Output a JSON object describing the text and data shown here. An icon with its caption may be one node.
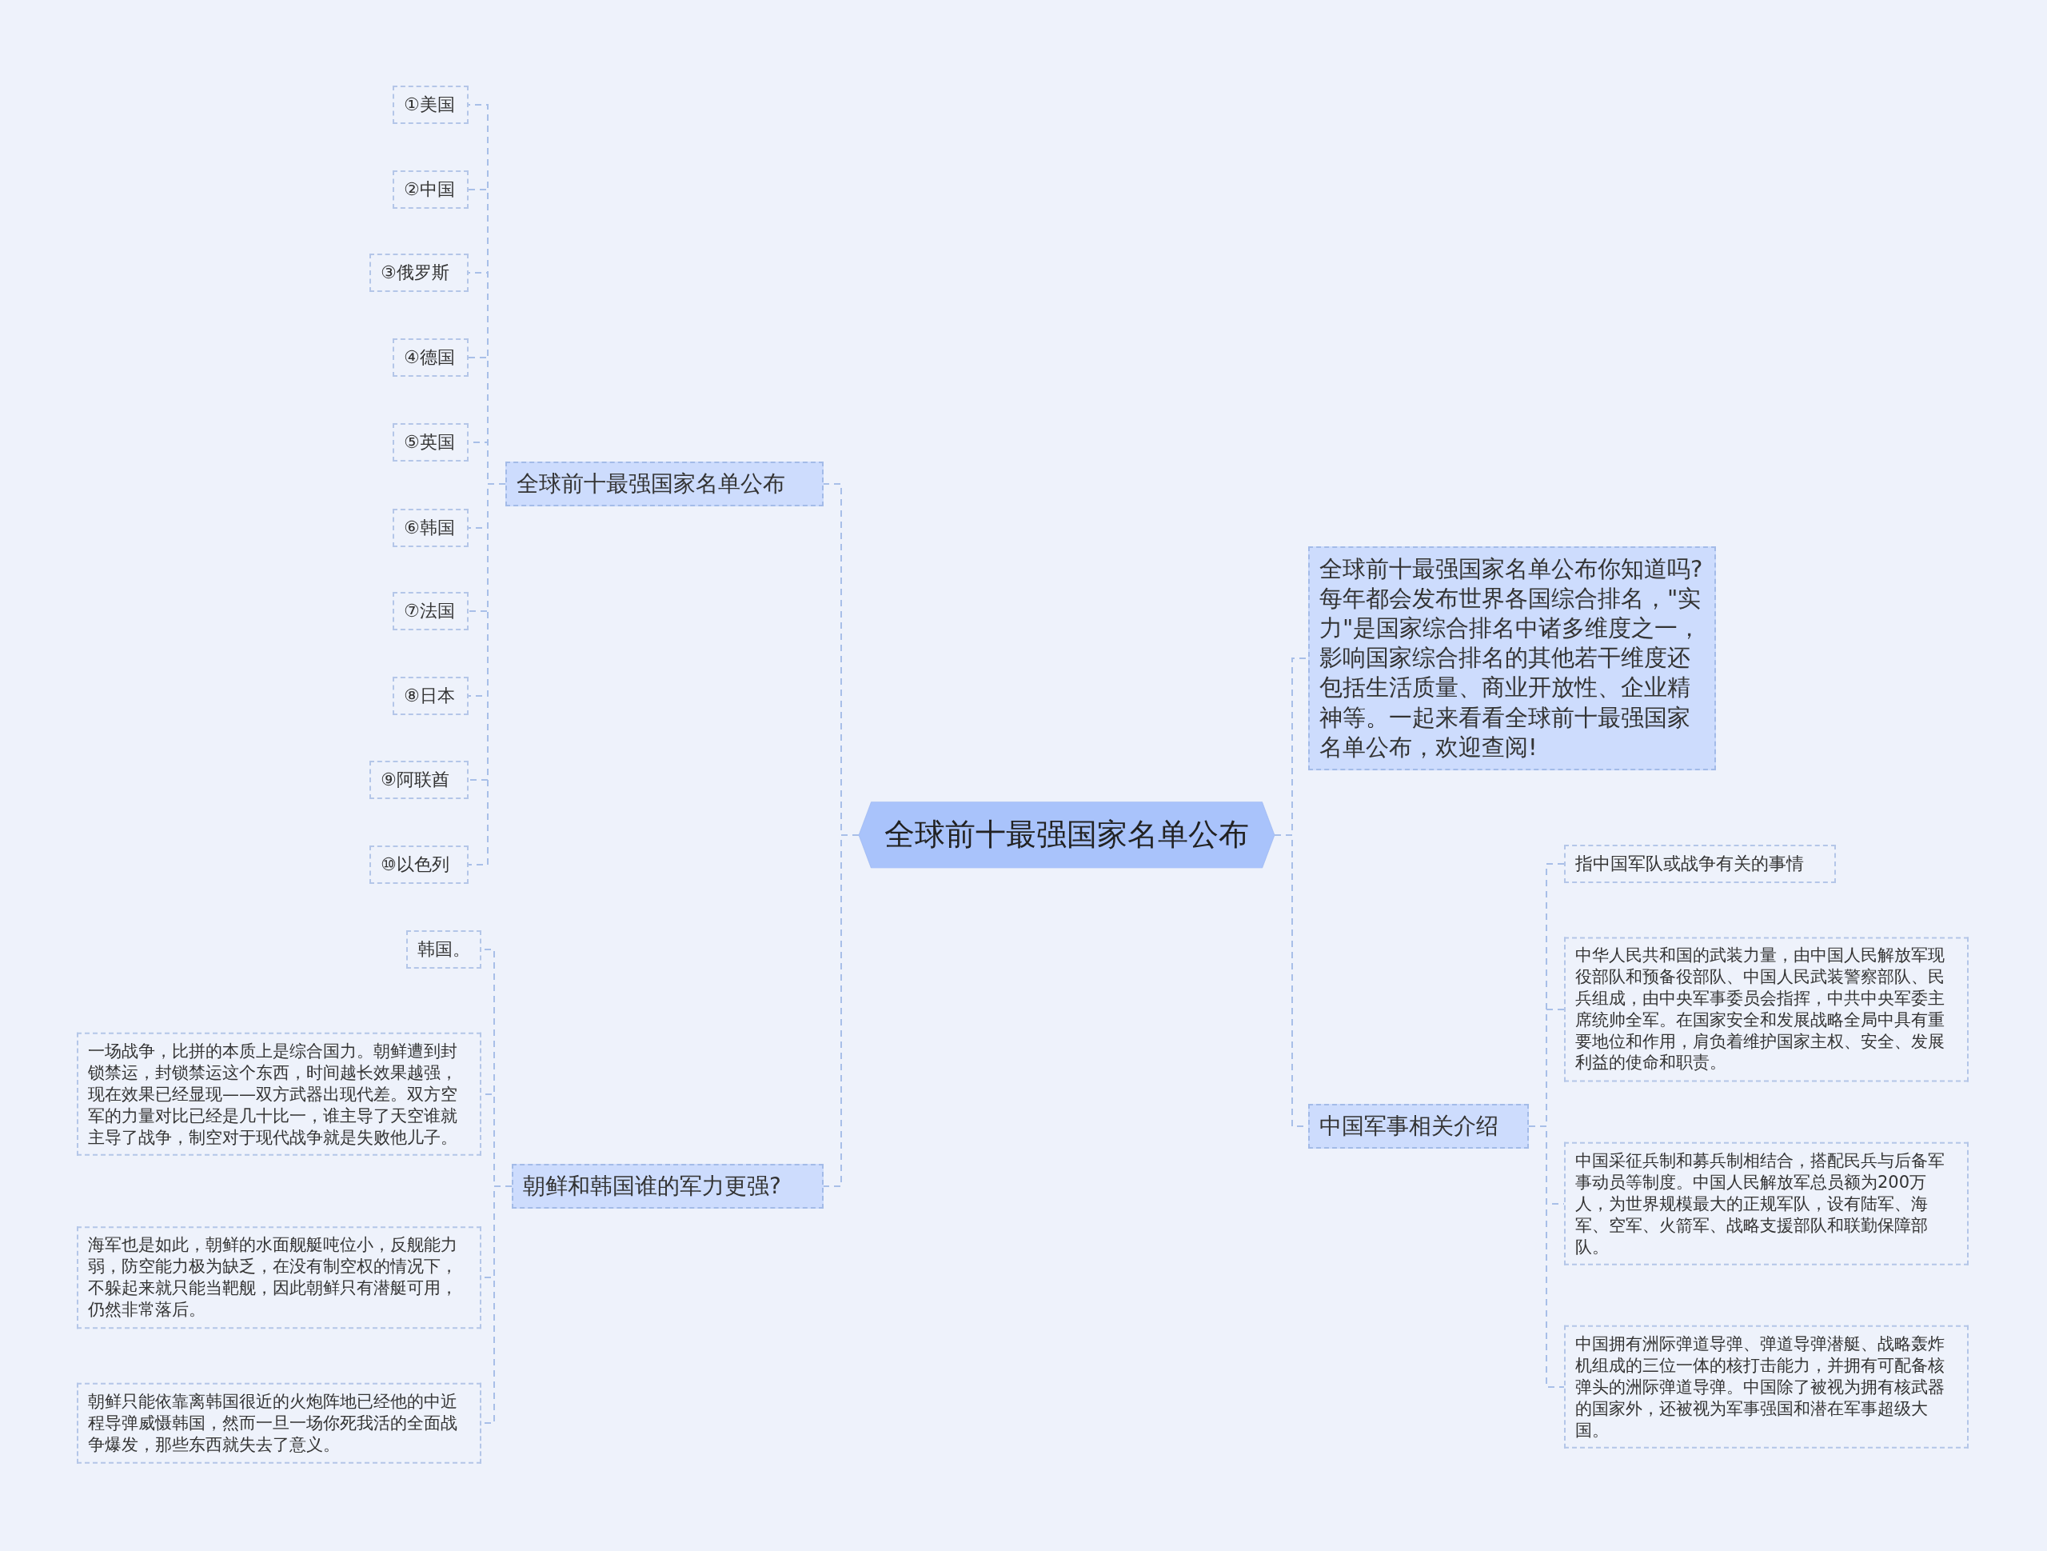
{
  "diagram": {
    "nodes": [
      {
        "text": [
          "全球前十最强国家名单公布"
        ]
      },
      {
        "text": [
          "全球前十最强国家名单公布"
        ]
      },
      {
        "text": [
          "①美国"
        ]
      },
      {
        "text": [
          "②中国"
        ]
      },
      {
        "text": [
          "③俄罗斯"
        ]
      },
      {
        "text": [
          "④德国"
        ]
      },
      {
        "text": [
          "⑤英国"
        ]
      },
      {
        "text": [
          "⑥韩国"
        ]
      },
      {
        "text": [
          "⑦法国"
        ]
      },
      {
        "text": [
          "⑧日本"
        ]
      },
      {
        "text": [
          "⑨阿联酋"
        ]
      },
      {
        "text": [
          "⑩以色列"
        ]
      },
      {
        "text": [
          "朝鲜和韩国谁的军力更强?"
        ]
      },
      {
        "text": [
          "韩国。"
        ]
      },
      {
        "text": [
          "一场战争，比拼的本质上是综合国力。朝鲜遭到封锁禁运，封锁禁运这个东西，时间越长效果越强，现在效果已经显现——双方武器出现代差。双方空军的力量对比已经是几十比一，谁主导了天空谁就主导了战争，制空对于现代战争就是失败他儿子。"
        ]
      },
      {
        "text": [
          "海军也是如此，朝鲜的水面舰艇吨位小，反舰能力弱，防空能力极为缺乏，在没有制空权的情况下，不躲起来就只能当靶舰，因此朝鲜只有潜艇可用，仍然非常落后。"
        ]
      },
      {
        "text": [
          "朝鲜只能依靠离韩国很近的火炮阵地已经他的中近程导弹威慑韩国，然而一旦一场你死我活的全面战争爆发，那些东西就失去了意义。"
        ]
      },
      {
        "text": [
          "全球前十最强国家名单公布你知道吗?每年都会发布世界各国综合排名，\"实力\"是国家综合排名中诸多维度之一，影响国家综合排名的其他若干维度还包括生活质量、商业开放性、企业精神等。一起来看看全球前十最强国家名单公布，欢迎查阅!"
        ]
      },
      {
        "text": [
          "中国军事相关介绍"
        ]
      },
      {
        "text": [
          "指中国军队或战争有关的事情"
        ]
      },
      {
        "text": [
          "中华人民共和国的武装力量，由中国人民解放军现役部队和预备役部队、中国人民武装警察部队、民兵组成，由中央军事委员会指挥，中共中央军委主席统帅全军。在国家安全和发展战略全局中具有重要地位和作用，肩负着维护国家主权、安全、发展利益的使命和职责。"
        ]
      },
      {
        "text": [
          "中国采征兵制和募兵制相结合，搭配民兵与后备军事动员等制度。中国人民解放军总员额为200万人，为世界规模最大的正规军队，设有陆军、海军、空军、火箭军、战略支援部队和联勤保障部队。"
        ]
      },
      {
        "text": [
          "中国拥有洲际弹道导弹、弹道导弹潜艇、战略轰炸机组成的三位一体的核打击能力，并拥有可配备核弹头的洲际弹道导弹。中国除了被视为拥有核武器的国家外，还被视为军事强国和潜在军事超级大国。"
        ]
      }
    ],
    "edges": [
      {
        "from": 0,
        "to": 1,
        "arrow": "none",
        "style": "dashed"
      },
      {
        "from": 1,
        "to": 2,
        "arrow": "none",
        "style": "dashed"
      },
      {
        "from": 1,
        "to": 3,
        "arrow": "none",
        "style": "dashed"
      },
      {
        "from": 1,
        "to": 4,
        "arrow": "none",
        "style": "dashed"
      },
      {
        "from": 1,
        "to": 5,
        "arrow": "none",
        "style": "dashed"
      },
      {
        "from": 1,
        "to": 6,
        "arrow": "none",
        "style": "dashed"
      },
      {
        "from": 1,
        "to": 7,
        "arrow": "none",
        "style": "dashed"
      },
      {
        "from": 1,
        "to": 8,
        "arrow": "none",
        "style": "dashed"
      },
      {
        "from": 1,
        "to": 9,
        "arrow": "none",
        "style": "dashed"
      },
      {
        "from": 1,
        "to": 10,
        "arrow": "none",
        "style": "dashed"
      },
      {
        "from": 1,
        "to": 11,
        "arrow": "none",
        "style": "dashed"
      },
      {
        "from": 0,
        "to": 12,
        "arrow": "none",
        "style": "dashed"
      },
      {
        "from": 12,
        "to": 13,
        "arrow": "none",
        "style": "dashed"
      },
      {
        "from": 12,
        "to": 14,
        "arrow": "none",
        "style": "dashed"
      },
      {
        "from": 12,
        "to": 15,
        "arrow": "none",
        "style": "dashed"
      },
      {
        "from": 12,
        "to": 16,
        "arrow": "none",
        "style": "dashed"
      },
      {
        "from": 0,
        "to": 17,
        "arrow": "none",
        "style": "dashed"
      },
      {
        "from": 0,
        "to": 18,
        "arrow": "none",
        "style": "dashed"
      },
      {
        "from": 18,
        "to": 19,
        "arrow": "none",
        "style": "dashed"
      },
      {
        "from": 18,
        "to": 20,
        "arrow": "none",
        "style": "dashed"
      },
      {
        "from": 18,
        "to": 21,
        "arrow": "none",
        "style": "dashed"
      },
      {
        "from": 18,
        "to": 22,
        "arrow": "none",
        "style": "dashed"
      }
    ]
  }
}
